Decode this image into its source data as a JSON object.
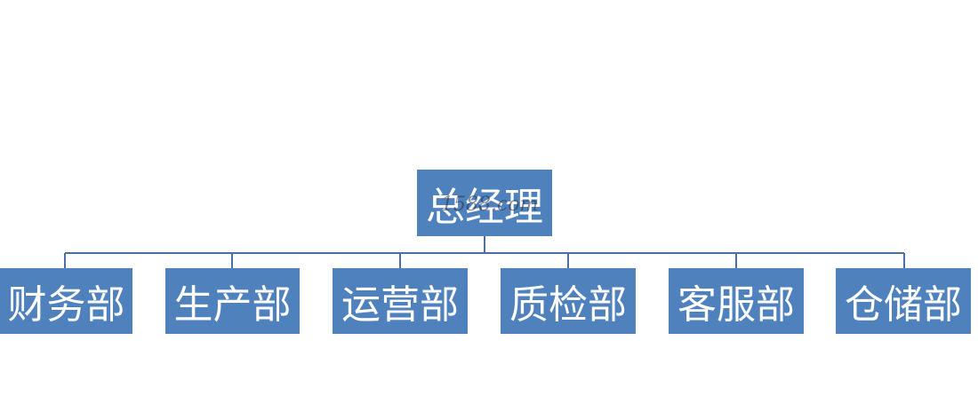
{
  "colors": {
    "node_fill": "#4f81bd",
    "connector": "#4a6fa0",
    "text": "#ffffff"
  },
  "root": {
    "label": "总经理"
  },
  "departments": [
    {
      "label": "财务部"
    },
    {
      "label": "生产部"
    },
    {
      "label": "运营部"
    },
    {
      "label": "质检部"
    },
    {
      "label": "客服部"
    },
    {
      "label": "仓储部"
    }
  ],
  "watermark": "1588.com"
}
